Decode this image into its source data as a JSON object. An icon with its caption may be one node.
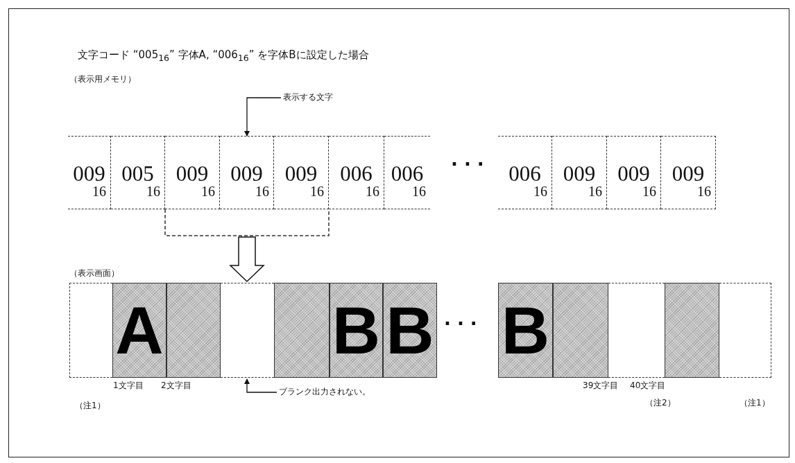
{
  "diagram": {
    "title": "文字コード “005$_{16}$” 字体A, “006$_{16}$” を字体Bに設定した場合",
    "nodes": [
      {
        "text": [
          "009$_{16}$"
        ]
      },
      {
        "text": [
          "005$_{16}$"
        ]
      },
      {
        "text": [
          "009$_{16}$"
        ]
      },
      {
        "text": [
          "009$_{16}$"
        ]
      },
      {
        "text": [
          "009$_{16}$"
        ]
      },
      {
        "text": [
          "006$_{16}$"
        ]
      },
      {
        "text": [
          "006$_{16}$"
        ]
      },
      {
        "text": [
          "006$_{16}$"
        ]
      },
      {
        "text": [
          "009$_{16}$"
        ]
      },
      {
        "text": [
          "009$_{16}$"
        ]
      },
      {
        "text": [
          "009$_{16}$"
        ]
      },
      {
        "text": [
          "表示する文字"
        ]
      },
      {
        "text": [],
        "shape": "box"
      },
      {
        "text": [
          "A"
        ]
      },
      {
        "text": [],
        "shape": "box"
      },
      {
        "text": [],
        "shape": "box"
      },
      {
        "text": [],
        "shape": "box"
      },
      {
        "text": [
          "B"
        ]
      },
      {
        "text": [
          "B"
        ]
      },
      {
        "text": [
          "B"
        ]
      },
      {
        "text": [],
        "shape": "box"
      },
      {
        "text": [],
        "shape": "box"
      },
      {
        "text": [],
        "shape": "box"
      },
      {
        "text": [],
        "shape": "box"
      },
      {
        "text": [
          "ブランク出力されない。"
        ]
      }
    ],
    "edges": [
      {
        "from": 11,
        "to": 3,
        "arrow": "to"
      },
      {
        "from": 24,
        "to": 15,
        "arrow": "to"
      },
      {
        "from": 3,
        "to": 15,
        "arrow": "to",
        "style": "thick"
      }
    ],
    "labels": [
      "（表示用メモリ）",
      "· · ·",
      "（表示画面）",
      "· · ·",
      "1文字目",
      "2文字目",
      "39文字目",
      "40文字目",
      "（注1）",
      "（注2）",
      "（注1）"
    ]
  }
}
